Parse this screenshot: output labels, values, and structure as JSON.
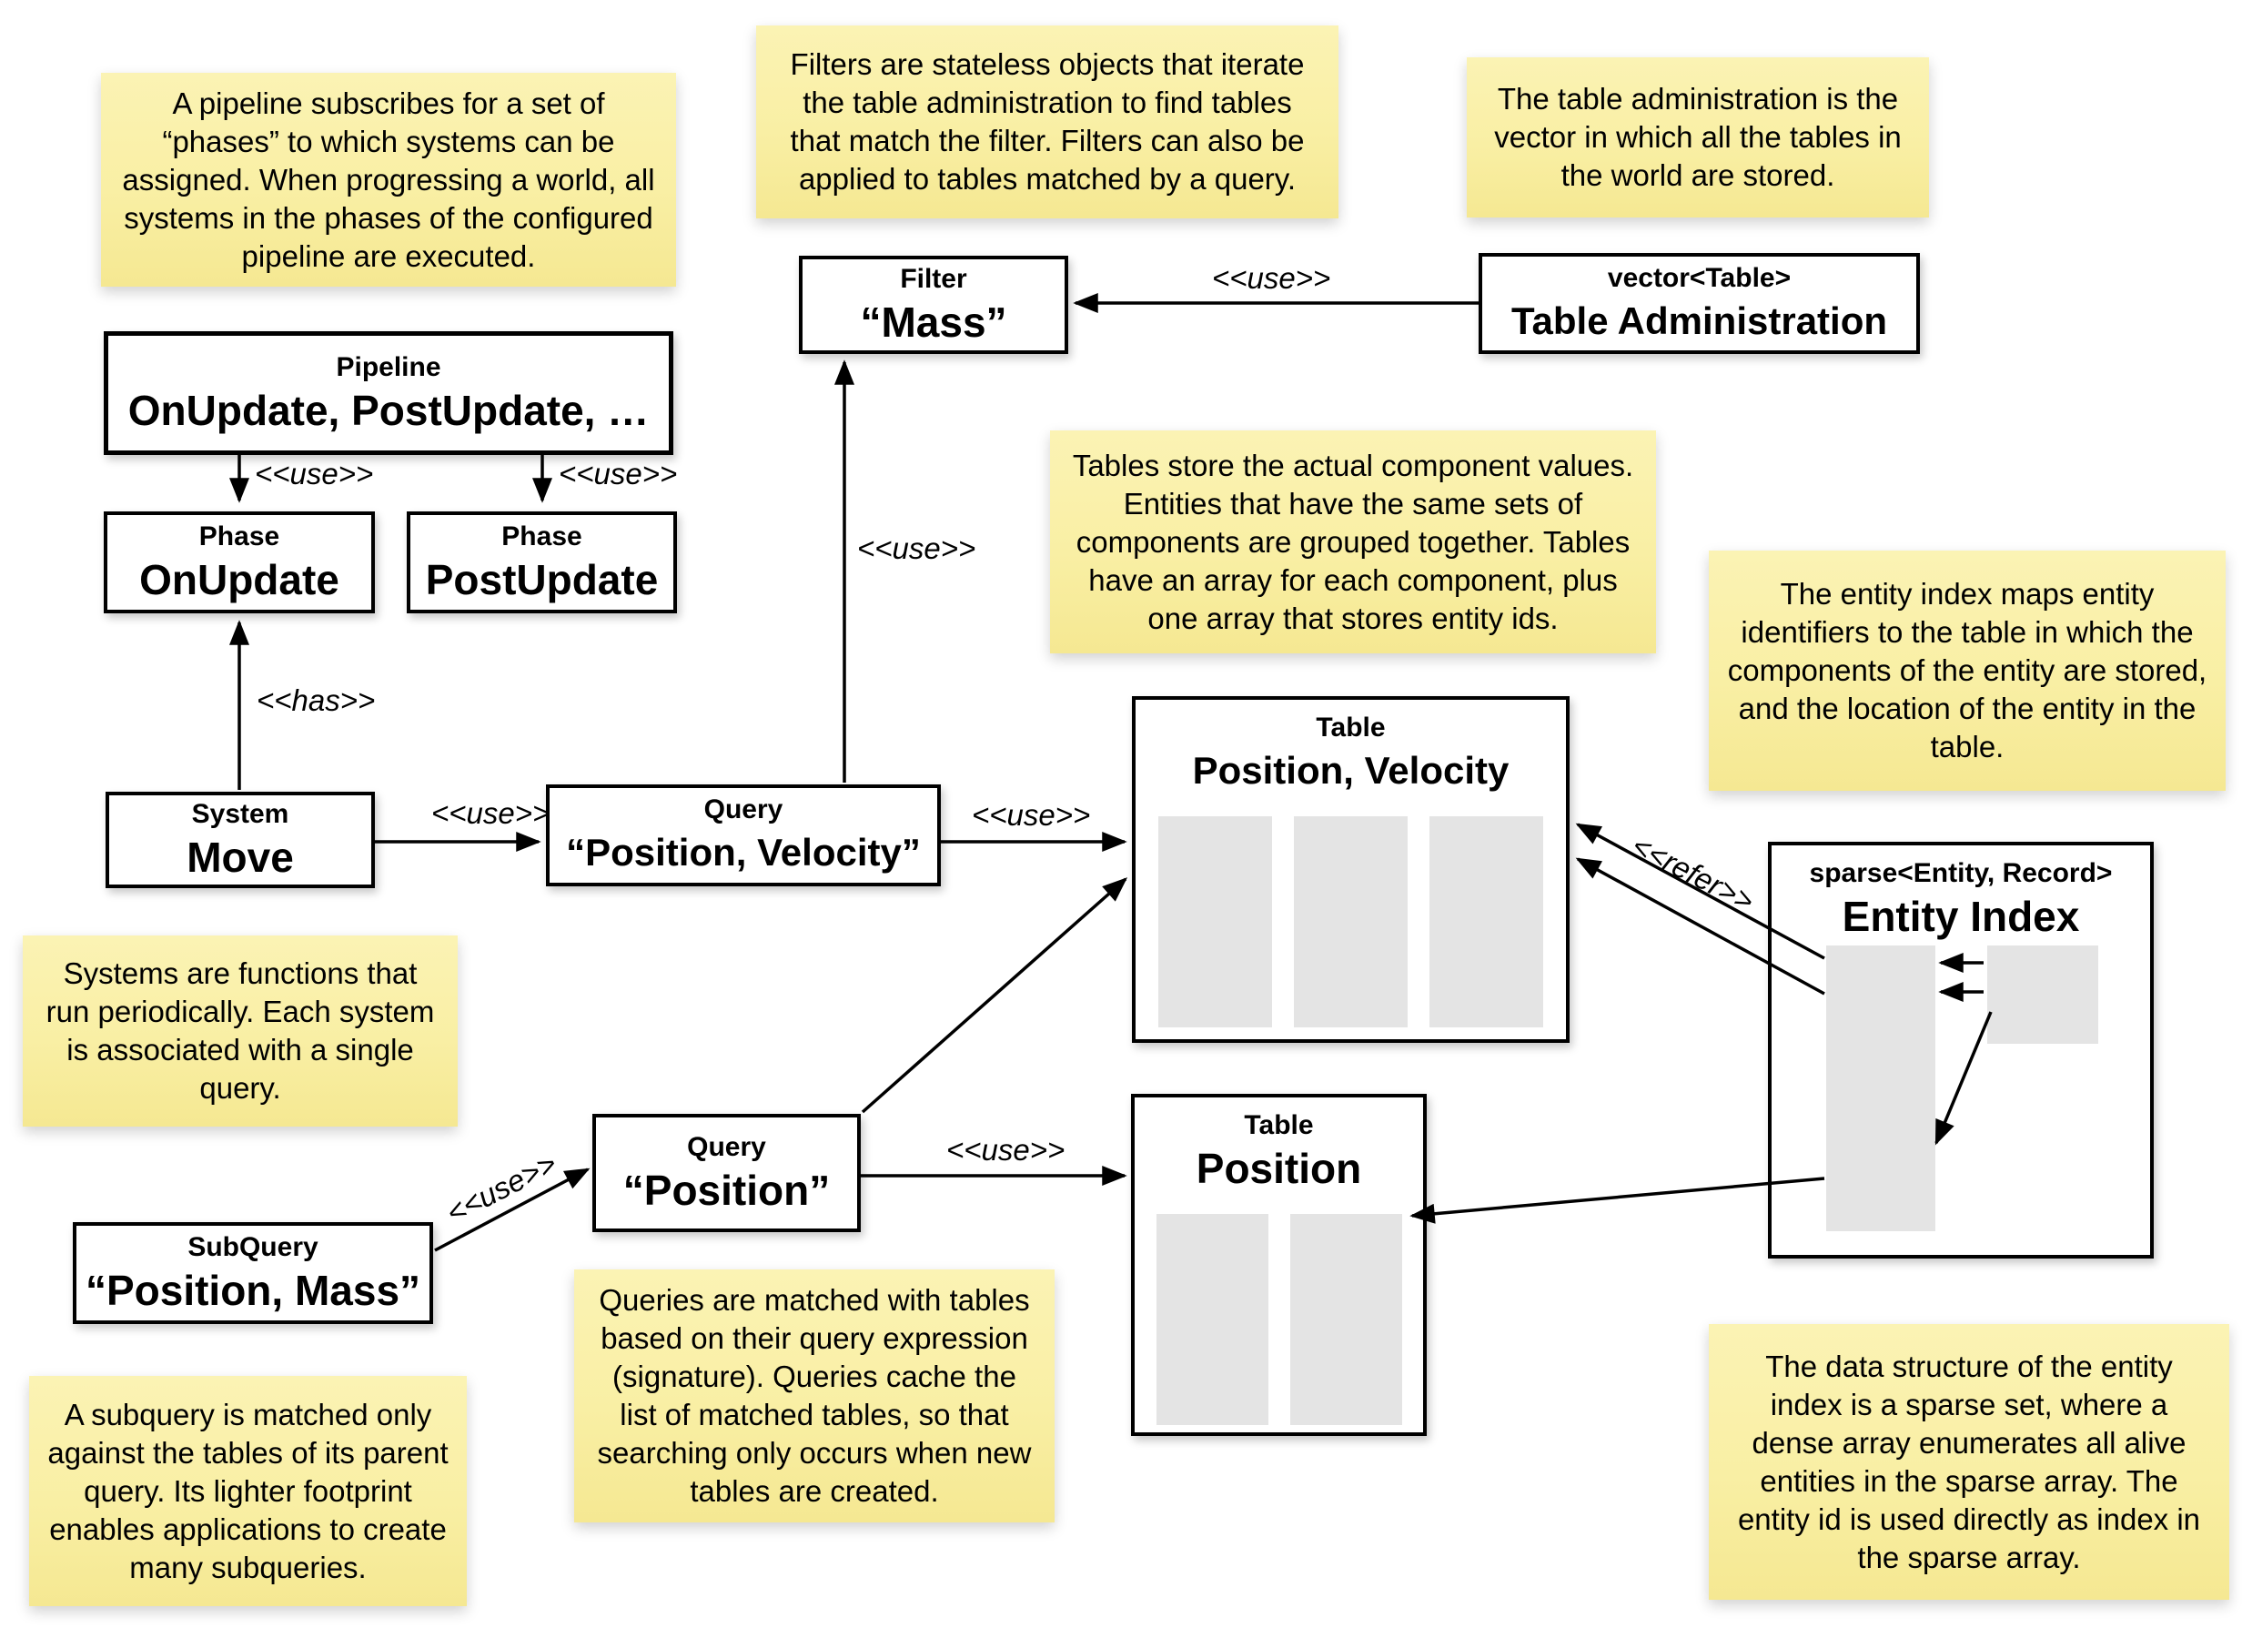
{
  "stereotypes": {
    "use": "<<use>>",
    "has": "<<has>>",
    "refer": "<<refer>>"
  },
  "notes": {
    "pipeline": "A pipeline subscribes for a set of “phases” to which systems can be assigned. When progressing a world, all systems in the phases of the configured pipeline are executed.",
    "filters": "Filters are stateless objects that iterate the table administration to find tables that match the filter. Filters can also be applied to tables matched by a query.",
    "table_admin": "The table administration is the vector in which all the tables in the world are stored.",
    "tables": "Tables store the actual component values. Entities that have the same sets of components are grouped together. Tables have an array for each component, plus one array that stores entity ids.",
    "entity_index": "The entity index maps entity identifiers to the table in which the components of the entity are stored, and the location of the entity in the table.",
    "systems": "Systems are functions that run periodically. Each system is associated with a single query.",
    "queries": "Queries are matched with tables based on their query expression (signature). Queries cache the list of matched tables, so that searching only occurs when new tables are created.",
    "subquery": "A subquery is matched only against the tables of its parent query. Its lighter footprint enables applications to create many subqueries.",
    "sparse_set": "The data structure of the entity index is a sparse set, where a dense array enumerates all alive entities in the sparse array. The entity id is used directly as index in the sparse array."
  },
  "boxes": {
    "pipeline": {
      "type": "Pipeline",
      "name": "OnUpdate, PostUpdate, …"
    },
    "phase_onupdate": {
      "type": "Phase",
      "name": "OnUpdate"
    },
    "phase_postupdate": {
      "type": "Phase",
      "name": "PostUpdate"
    },
    "system_move": {
      "type": "System",
      "name": "Move"
    },
    "query_posvel": {
      "type": "Query",
      "name": "“Position, Velocity”"
    },
    "query_pos": {
      "type": "Query",
      "name": "“Position”"
    },
    "subquery": {
      "type": "SubQuery",
      "name": "“Position, Mass”"
    },
    "filter_mass": {
      "type": "Filter",
      "name": "“Mass”"
    },
    "table_admin": {
      "type": "vector<Table>",
      "name": "Table Administration"
    },
    "table_posvel": {
      "type": "Table",
      "name": "Position, Velocity"
    },
    "table_pos": {
      "type": "Table",
      "name": "Position"
    },
    "entity_index": {
      "type": "sparse<Entity, Record>",
      "name": "Entity Index"
    }
  },
  "colors": {
    "note_bg": "#F9EFA4",
    "box_border": "#000000",
    "array_fill": "#E4E4E4",
    "background": "#FFFFFF"
  }
}
